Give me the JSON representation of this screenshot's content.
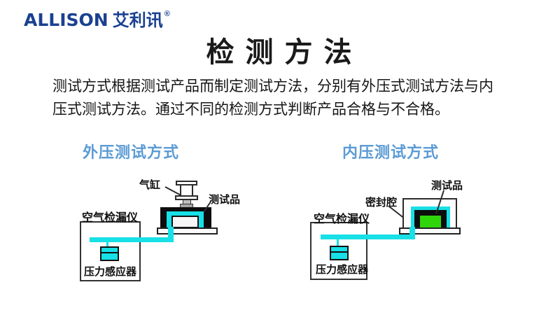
{
  "logo": {
    "brand": "ALLISON",
    "cjk": "艾利讯",
    "reg": "®"
  },
  "title": "检 测 方 法",
  "intro_line1": "测试方式根据测试产品而制定测试方法，分别有外压式测试方法与内",
  "intro_line2": "压式测试方法。通过不同的检测方式判断产品合格与不合格。",
  "left": {
    "heading": "外压测试方式",
    "label_cylinder": "气缸",
    "label_sample": "测试品",
    "label_detector": "空气检漏仪",
    "label_sensor": "压力感应器"
  },
  "right": {
    "heading": "内压测试方式",
    "label_cavity": "密封腔",
    "label_sample": "测试品",
    "label_detector": "空气检漏仪",
    "label_sensor": "压力感应器"
  },
  "colors": {
    "brand_navy": "#1a4190",
    "heading_blue": "#5b9bd5",
    "tube_cyan": "#17e0e6",
    "sample_green": "#2fd50a",
    "block_black": "#0d0d0d"
  }
}
